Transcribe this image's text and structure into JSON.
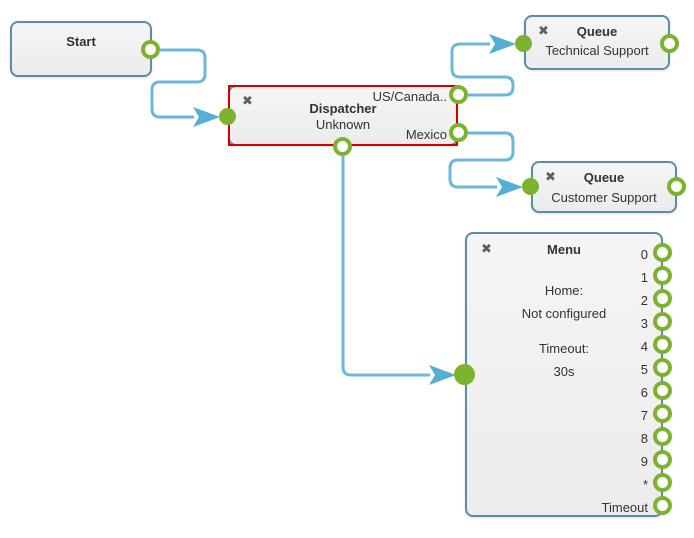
{
  "app": {
    "view": "call-flow-editor-canvas"
  },
  "colors": {
    "node_border": "#5d8ca6",
    "node_fill": "#f0f0f0",
    "selection": "#d40000",
    "port_green": "#7cb32e",
    "wire_blue": "#6bb8d7",
    "arrow_blue": "#55aed3",
    "text": "#333333",
    "icon_gray": "#5f5f5f",
    "canvas_bg": "#ffffff"
  },
  "icons": {
    "delete": "✖"
  },
  "nodes": {
    "start": {
      "title": "Start"
    },
    "dispatcher": {
      "title": "Dispatcher",
      "subtitle": "Unknown",
      "selected": true,
      "outputs": {
        "us_canada": "US/Canada..",
        "mexico": "Mexico"
      }
    },
    "queue_technical": {
      "title": "Queue",
      "subtitle": "Technical Support"
    },
    "queue_customer": {
      "title": "Queue",
      "subtitle": "Customer Support"
    },
    "menu": {
      "title": "Menu",
      "home_label": "Home:",
      "home_value": "Not configured",
      "timeout_label": "Timeout:",
      "timeout_value": "30s",
      "ports": [
        "0",
        "1",
        "2",
        "3",
        "4",
        "5",
        "6",
        "7",
        "8",
        "9",
        "*",
        "Timeout"
      ]
    }
  }
}
